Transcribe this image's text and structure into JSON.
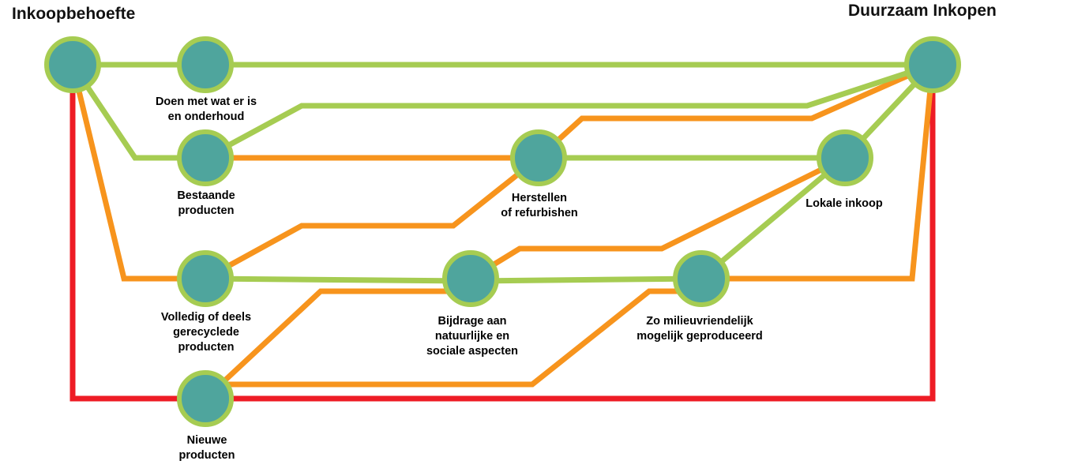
{
  "diagram": {
    "title_left": "Inkoopbehoefte",
    "title_right": "Duurzaam Inkopen",
    "colors": {
      "green_route": "#a6cc52",
      "orange_route": "#f7941d",
      "red_route": "#ee1c25",
      "station_fill": "#4fa59d",
      "station_ring": "#a6cc52"
    },
    "stations": [
      {
        "id": "start",
        "label_lines": []
      },
      {
        "id": "end",
        "label_lines": []
      },
      {
        "id": "doen",
        "label_lines": [
          "Doen met wat er is",
          "en onderhoud"
        ]
      },
      {
        "id": "bestaande",
        "label_lines": [
          "Bestaande",
          "producten"
        ]
      },
      {
        "id": "herstellen",
        "label_lines": [
          "Herstellen",
          "of refurbishen"
        ]
      },
      {
        "id": "lokale",
        "label_lines": [
          "Lokale inkoop"
        ]
      },
      {
        "id": "volledig",
        "label_lines": [
          "Volledig of deels",
          "gerecyclede",
          "producten"
        ]
      },
      {
        "id": "bijdrage",
        "label_lines": [
          "Bijdrage aan",
          "natuurlijke en",
          "sociale aspecten"
        ]
      },
      {
        "id": "zo",
        "label_lines": [
          "Zo milieuvriendelijk",
          "mogelijk geproduceerd"
        ]
      },
      {
        "id": "nieuwe",
        "label_lines": [
          "Nieuwe",
          "producten"
        ]
      }
    ]
  }
}
